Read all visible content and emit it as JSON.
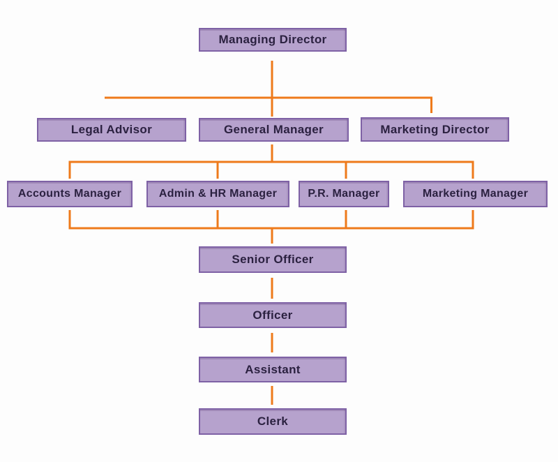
{
  "diagram": {
    "type": "org-chart",
    "colors": {
      "background": "#fdfdfd",
      "box_fill": "#b6a2cd",
      "box_border": "#7e61a5",
      "text": "#2b2140",
      "connector": "#ee7a1b"
    },
    "nodes": [
      {
        "id": "managing-director",
        "label": "Managing Director"
      },
      {
        "id": "legal-advisor",
        "label": "Legal Advisor"
      },
      {
        "id": "general-manager",
        "label": "General Manager"
      },
      {
        "id": "marketing-director",
        "label": "Marketing Director"
      },
      {
        "id": "accounts-manager",
        "label": "Accounts Manager"
      },
      {
        "id": "admin-hr-manager",
        "label": "Admin & HR Manager"
      },
      {
        "id": "pr-manager",
        "label": "P.R. Manager"
      },
      {
        "id": "marketing-manager",
        "label": "Marketing Manager"
      },
      {
        "id": "senior-officer",
        "label": "Senior Officer"
      },
      {
        "id": "officer",
        "label": "Officer"
      },
      {
        "id": "assistant",
        "label": "Assistant"
      },
      {
        "id": "clerk",
        "label": "Clerk"
      }
    ],
    "edges": [
      {
        "from": "managing-director",
        "to": "legal-advisor"
      },
      {
        "from": "managing-director",
        "to": "general-manager"
      },
      {
        "from": "managing-director",
        "to": "marketing-director"
      },
      {
        "from": "general-manager",
        "to": "accounts-manager"
      },
      {
        "from": "general-manager",
        "to": "admin-hr-manager"
      },
      {
        "from": "general-manager",
        "to": "pr-manager"
      },
      {
        "from": "general-manager",
        "to": "marketing-manager"
      },
      {
        "from": "accounts-manager",
        "to": "senior-officer"
      },
      {
        "from": "admin-hr-manager",
        "to": "senior-officer"
      },
      {
        "from": "pr-manager",
        "to": "senior-officer"
      },
      {
        "from": "marketing-manager",
        "to": "senior-officer"
      },
      {
        "from": "senior-officer",
        "to": "officer"
      },
      {
        "from": "officer",
        "to": "assistant"
      },
      {
        "from": "assistant",
        "to": "clerk"
      }
    ]
  }
}
